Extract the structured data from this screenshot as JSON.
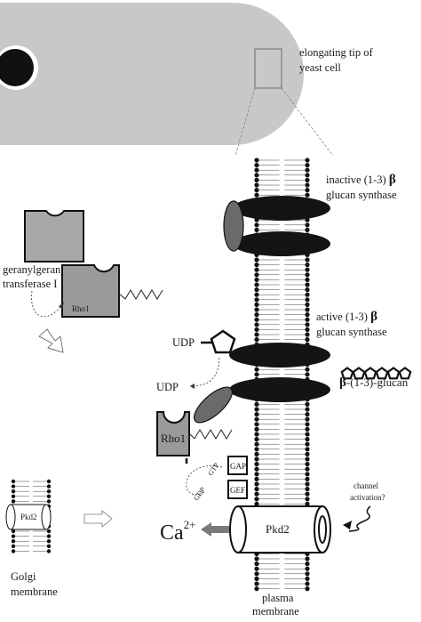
{
  "labels": {
    "tip_line1": "elongating tip of",
    "tip_line2": "yeast cell",
    "inactive_line1": "inactive (1-3)",
    "inactive_beta": "β",
    "inactive_line2": "glucan synthase",
    "active_line1": "active (1-3)",
    "active_beta": "β",
    "active_line2": "glucan synthase",
    "gg_line1": "geranylgeranyl",
    "gg_line2": "transferase I",
    "rho_top": "Rho1",
    "rho_bottom": "Rho1",
    "udp_top": "UDP",
    "udp_bottom": "UDP",
    "glucan_beta": "β",
    "glucan_rest": "-(1-3)-glucan",
    "gap": "GAP",
    "gef": "GEF",
    "gtp": "GTP",
    "gdp": "GDP",
    "channel_line1": "channel",
    "channel_line2": "activation?",
    "pkd2_golgi": "Pkd2",
    "pkd2_plasma": "Pkd2",
    "ca_base": "Ca",
    "ca_charge": "2+",
    "golgi_line1": "Golgi",
    "golgi_line2": "membrane",
    "plasma_line1": "plasma",
    "plasma_line2": "membrane"
  },
  "colors": {
    "cell_fill": "#c8c8c8",
    "nucleus": "#111111",
    "synthase": "#141414",
    "subunit": "#6a6a6a",
    "rho_box": "#9a9a9a",
    "gg_box": "#a8a8a8",
    "ca_arrow": "#7a7a7a",
    "lipid_head": "#111111"
  }
}
